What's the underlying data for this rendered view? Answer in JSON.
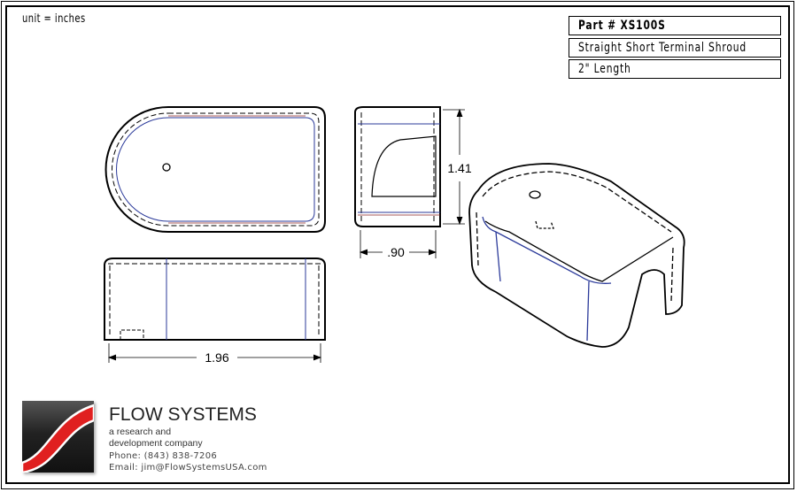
{
  "unit_note": "unit = inches",
  "title_block": {
    "part_number": "Part # XS100S",
    "description": "Straight Short Terminal Shroud",
    "length": "2\" Length"
  },
  "dimensions": {
    "height": "1.41",
    "width": ".90",
    "length": "1.96"
  },
  "company": {
    "name": "FLOW SYSTEMS",
    "tagline_1": "a research and",
    "tagline_2": "development company",
    "phone": "Phone: (843) 838-7206",
    "email": "Email: jim@FlowSystemsUSA.com"
  },
  "colors": {
    "line": "#000000",
    "tangent_edge": "#2b3a9a",
    "hidden_red": "#8a2020",
    "logo_red": "#e02020"
  }
}
